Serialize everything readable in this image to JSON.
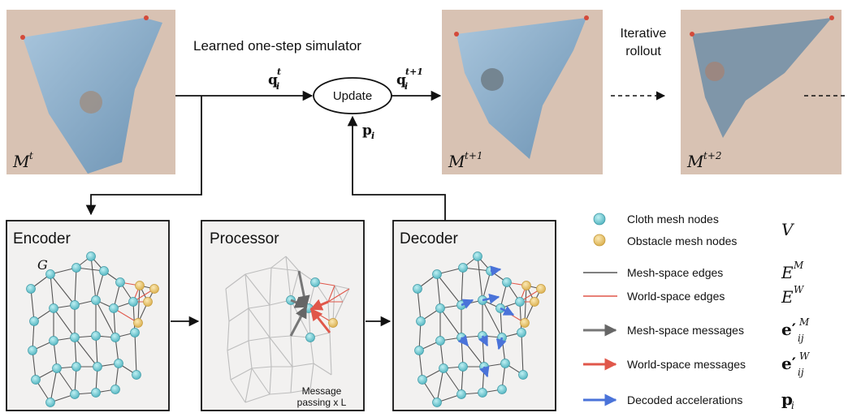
{
  "top": {
    "title": "Learned one-step simulator",
    "iterative": [
      "Iterative",
      "rollout"
    ],
    "update_label": "Update",
    "frames": [
      {
        "label_base": "M",
        "label_sup": "t"
      },
      {
        "label_base": "M",
        "label_sup": "t+1"
      },
      {
        "label_base": "M",
        "label_sup": "t+2"
      }
    ],
    "q_in": {
      "base": "q",
      "sub": "i",
      "sup": "t"
    },
    "q_out": {
      "base": "q",
      "sub": "i",
      "sup": "t+1"
    },
    "p": {
      "base": "p",
      "sub": "i"
    }
  },
  "panels": {
    "encoder": {
      "title": "Encoder",
      "graph_label": "G"
    },
    "processor": {
      "title": "Processor",
      "note": [
        "Message",
        "passing x L"
      ]
    },
    "decoder": {
      "title": "Decoder"
    }
  },
  "legend": {
    "items": [
      {
        "label": "Cloth mesh nodes"
      },
      {
        "label": "Obstacle mesh nodes"
      },
      {
        "label": "Mesh-space edges"
      },
      {
        "label": "World-space edges"
      },
      {
        "label": "Mesh-space messages"
      },
      {
        "label": "World-space messages"
      },
      {
        "label": "Decoded accelerations"
      }
    ],
    "symbols": {
      "V": "V",
      "EM": {
        "base": "E",
        "sup": "M"
      },
      "EW": {
        "base": "E",
        "sup": "W"
      },
      "eM": {
        "base": "e′",
        "sub": "ij",
        "sup": "M"
      },
      "eW": {
        "base": "e′",
        "sub": "ij",
        "sup": "W"
      },
      "p": {
        "base": "p",
        "sub": "i"
      }
    }
  },
  "colors": {
    "cloth_node": "#66c2cc",
    "obstacle_node": "#e6c36a",
    "mesh_edge": "#555555",
    "world_edge": "#e0574a",
    "decoded_arrow": "#4a73d9",
    "cloth": "#8fb3cf",
    "background_photo": "#d9c3b4"
  }
}
